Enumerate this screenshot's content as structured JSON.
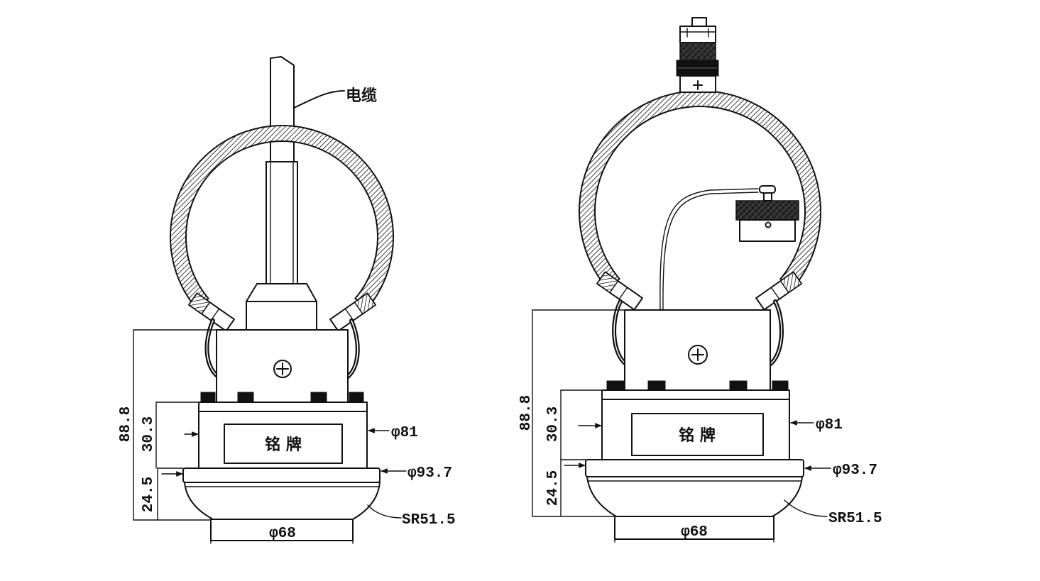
{
  "labels": {
    "cable": "电缆",
    "nameplate": "铭 牌"
  },
  "dimensions": {
    "total_height": "88.8",
    "housing_height": "30.3",
    "base_height": "24.5",
    "housing_diameter": "φ81",
    "flange_diameter": "φ93.7",
    "spherical_radius": "SR51.5",
    "base_diameter": "φ68"
  },
  "colors": {
    "line": "#111111",
    "background": "#ffffff"
  }
}
